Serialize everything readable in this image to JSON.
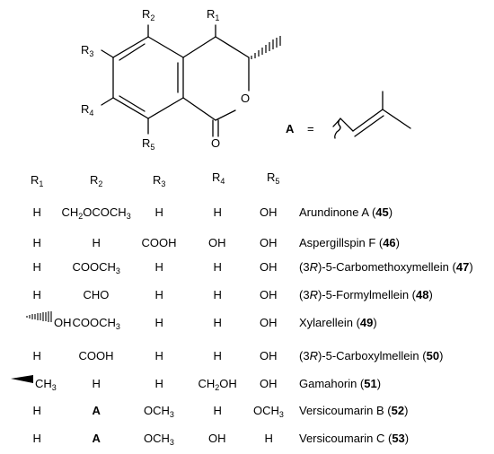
{
  "structure": {
    "substituents": [
      "R1",
      "R2",
      "R3",
      "R4",
      "R5"
    ],
    "ring_atoms": {
      "oxygen": "O",
      "carbonyl_oxygen": "O"
    },
    "definition_label": "A",
    "definition_equals": "="
  },
  "table": {
    "headers": [
      "R1",
      "R2",
      "R3",
      "R4",
      "R5"
    ],
    "rows": [
      {
        "r1": "H",
        "r2": "CH2OCOCH3",
        "r3": "H",
        "r4": "H",
        "r5": "OH",
        "name": "Arundinone A",
        "num": "45"
      },
      {
        "r1": "H",
        "r2": "H",
        "r3": "COOH",
        "r4": "OH",
        "r5": "OH",
        "name": "Aspergillspin F",
        "num": "46"
      },
      {
        "r1": "H",
        "r2": "COOCH3",
        "r3": "H",
        "r4": "H",
        "r5": "OH",
        "name": "(3R)-5-Carbomethoxymellein",
        "num": "47"
      },
      {
        "r1": "H",
        "r2": "CHO",
        "r3": "H",
        "r4": "H",
        "r5": "OH",
        "name": "(3R)-5-Formylmellein",
        "num": "48"
      },
      {
        "r1": "OH",
        "r2": "COOCH3",
        "r3": "H",
        "r4": "H",
        "r5": "OH",
        "name": "Xylarellein",
        "num": "49"
      },
      {
        "r1": "H",
        "r2": "COOH",
        "r3": "H",
        "r4": "H",
        "r5": "OH",
        "name": "(3R)-5-Carboxylmellein",
        "num": "50"
      },
      {
        "r1": "CH3",
        "r2": "H",
        "r3": "H",
        "r4": "CH2OH",
        "r5": "OH",
        "name": "Gamahorin",
        "num": "51"
      },
      {
        "r1": "H",
        "r2": "A",
        "r3": "OCH3",
        "r4": "H",
        "r5": "OCH3",
        "name": "Versicoumarin B",
        "num": "52"
      },
      {
        "r1": "H",
        "r2": "A",
        "r3": "OCH3",
        "r4": "OH",
        "r5": "H",
        "name": "Versicoumarin C",
        "num": "53"
      }
    ]
  },
  "colors": {
    "ink": "#000000",
    "background": "#ffffff"
  }
}
